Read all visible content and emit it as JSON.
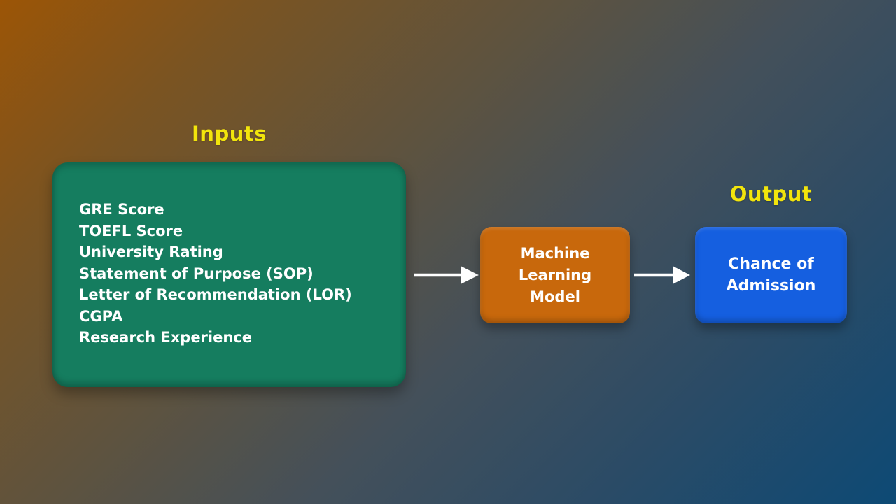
{
  "background": {
    "gradient_from": "#9c5506",
    "gradient_to": "#0d4a75"
  },
  "accent": {
    "label_color": "#f2e50c",
    "arrow_color": "#ffffff",
    "text_color": "#ffffff"
  },
  "inputs_section": {
    "label": "Inputs",
    "box_color": "#157d5f",
    "items": [
      "GRE Score",
      "TOEFL Score",
      "University Rating",
      "Statement of Purpose (SOP)",
      "Letter of Recommendation (LOR)",
      "CGPA",
      "Research Experience"
    ]
  },
  "model_node": {
    "label": "Machine Learning Model",
    "box_color": "#c8680c"
  },
  "output_section": {
    "label": "Output",
    "box_label": "Chance of Admission",
    "box_color": "#155fe0"
  }
}
